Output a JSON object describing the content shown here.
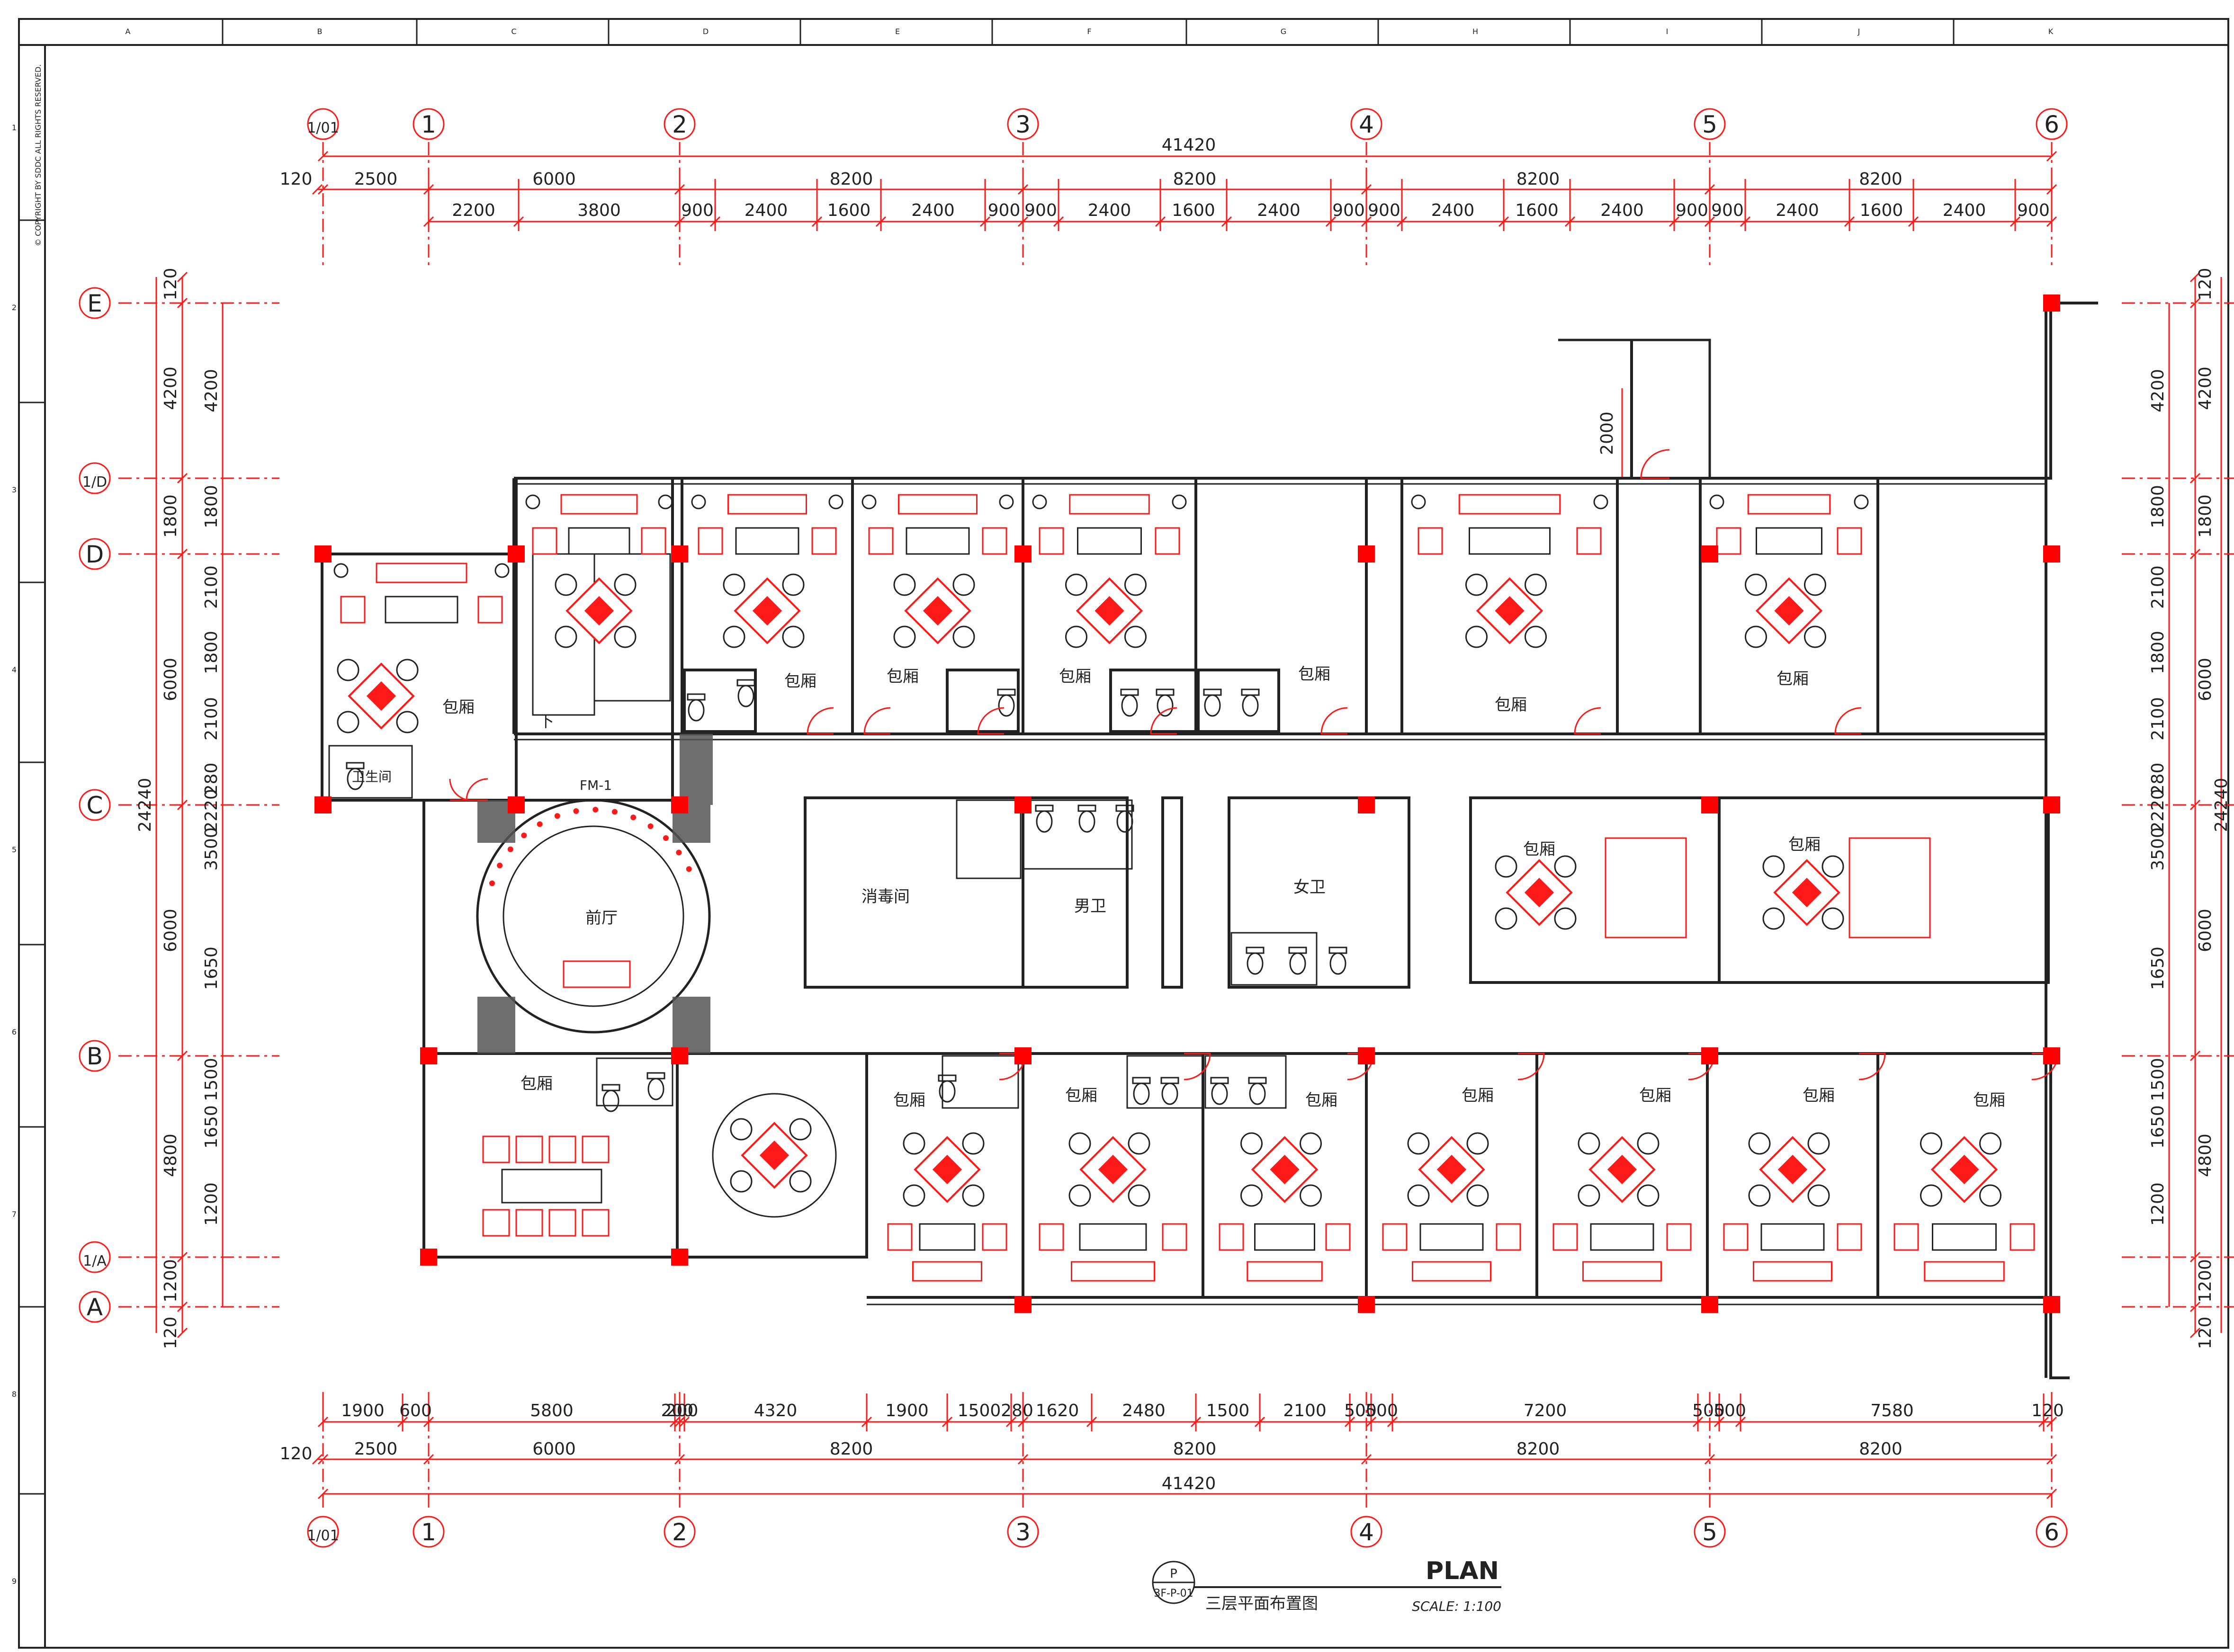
{
  "drawing": {
    "plan_title": "PLAN",
    "subtitle": "三层平面布置图",
    "scale": "SCALE: 1:100",
    "sheet_ref_top": "P",
    "sheet_ref_bottom": "3F-P-01",
    "copyright": "© COPYRIGHT BY SDDC ALL RIGHTS RESERVED."
  },
  "frame": {
    "col_letters": [
      "A",
      "B",
      "C",
      "D",
      "E",
      "F",
      "G",
      "H",
      "I",
      "J",
      "K"
    ],
    "row_numbers": [
      "1",
      "2",
      "3",
      "4",
      "5",
      "6",
      "7",
      "8",
      "9"
    ]
  },
  "grid": {
    "columns": [
      "1/01",
      "1",
      "2",
      "3",
      "4",
      "5",
      "6"
    ],
    "rows": [
      "E",
      "1/D",
      "D",
      "C",
      "B",
      "1/A",
      "A"
    ]
  },
  "dimensions": {
    "top_total": "41420",
    "top_row2": [
      "120",
      "2500",
      "6000",
      "8200",
      "8200",
      "8200",
      "8200"
    ],
    "top_row3": [
      "2200",
      "3800",
      "900",
      "2400",
      "1600",
      "2400",
      "900",
      "900",
      "2400",
      "1600",
      "2400",
      "900",
      "900",
      "2400",
      "1600",
      "2400",
      "900",
      "900",
      "2400",
      "1600",
      "2400",
      "900"
    ],
    "bottom_row1": [
      "1900",
      "600",
      "5800",
      "200",
      "200",
      "4320",
      "1900",
      "1500",
      "280",
      "1620",
      "2480",
      "1500",
      "2100",
      "500",
      "500",
      "7200",
      "500",
      "500",
      "7580",
      "120"
    ],
    "bottom_row2": [
      "120",
      "2500",
      "6000",
      "8200",
      "8200",
      "8200",
      "8200"
    ],
    "bottom_total": "41420",
    "left_total": "24240",
    "left_outer": [
      "120",
      "4200",
      "1800",
      "6000",
      "6000",
      "4800",
      "1200",
      "120"
    ],
    "left_inner": [
      "4200",
      "1800",
      "2100",
      "1800",
      "2100",
      "280",
      "2220",
      "3500",
      "1650",
      "1500",
      "1650",
      "1200"
    ],
    "right_total": "24240",
    "right_outer": [
      "120",
      "4200",
      "1800",
      "6000",
      "6000",
      "4800",
      "1200",
      "120"
    ],
    "right_inner": [
      "4200",
      "1800",
      "2100",
      "1800",
      "2100",
      "280",
      "2220",
      "3500",
      "1650",
      "1500",
      "1650",
      "1200"
    ],
    "stair_dim": "2000"
  },
  "rooms": {
    "private_room": "包厢",
    "lobby": "前厅",
    "disinfection": "消毒间",
    "mens_wc": "男卫",
    "womens_wc": "女卫",
    "washroom": "卫生间",
    "door_fm": "FM-1",
    "down": "下"
  },
  "colors": {
    "line_red": "#ff1a1a",
    "column_red": "#ff0000",
    "wall_black": "#222222",
    "hatch_gray": "#555555"
  }
}
